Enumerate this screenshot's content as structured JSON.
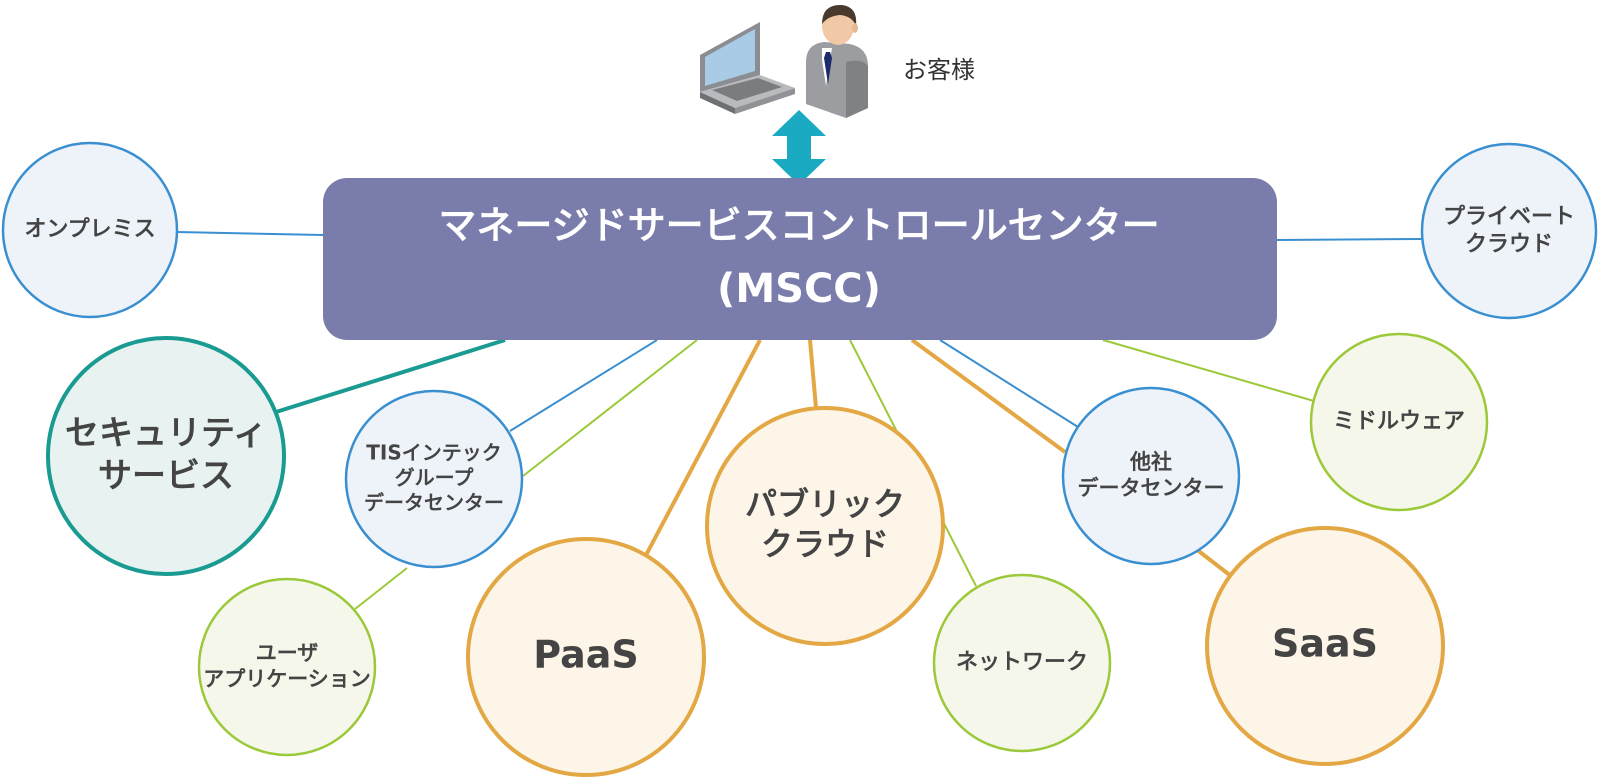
{
  "customer": {
    "label": "お客様"
  },
  "center": {
    "title_line1": "マネージドサービスコントロールセンター",
    "title_line2": "(MSCC)"
  },
  "colors": {
    "center_fill": "#7a7cab",
    "arrow": "#1aabc3",
    "blue_line": "#3a8fd0",
    "teal_line": "#1a9b91",
    "green_line": "#9bc93a",
    "orange_line": "#e3a744",
    "blue_fill": "#eef3fa",
    "teal_fill": "#e8f2f1",
    "green_fill": "#f4f7ea",
    "orange_fill": "#fcf5e8"
  },
  "nodes": [
    {
      "id": "on-premises",
      "lines": [
        "オンプレミス"
      ],
      "style": "blue"
    },
    {
      "id": "private-cloud",
      "lines": [
        "プライベート",
        "クラウド"
      ],
      "style": "blue"
    },
    {
      "id": "security-service",
      "lines": [
        "セキュリティ",
        "サービス"
      ],
      "style": "teal"
    },
    {
      "id": "tis-datacenter",
      "lines": [
        "TISインテック",
        "グループ",
        "データセンター"
      ],
      "style": "blue"
    },
    {
      "id": "public-cloud",
      "lines": [
        "パブリック",
        "クラウド"
      ],
      "style": "orange"
    },
    {
      "id": "other-datacenter",
      "lines": [
        "他社",
        "データセンター"
      ],
      "style": "blue"
    },
    {
      "id": "middleware",
      "lines": [
        "ミドルウェア"
      ],
      "style": "green"
    },
    {
      "id": "user-application",
      "lines": [
        "ユーザ",
        "アプリケーション"
      ],
      "style": "green"
    },
    {
      "id": "paas",
      "lines": [
        "PaaS"
      ],
      "style": "orange"
    },
    {
      "id": "network",
      "lines": [
        "ネットワーク"
      ],
      "style": "green"
    },
    {
      "id": "saas",
      "lines": [
        "SaaS"
      ],
      "style": "orange"
    }
  ]
}
